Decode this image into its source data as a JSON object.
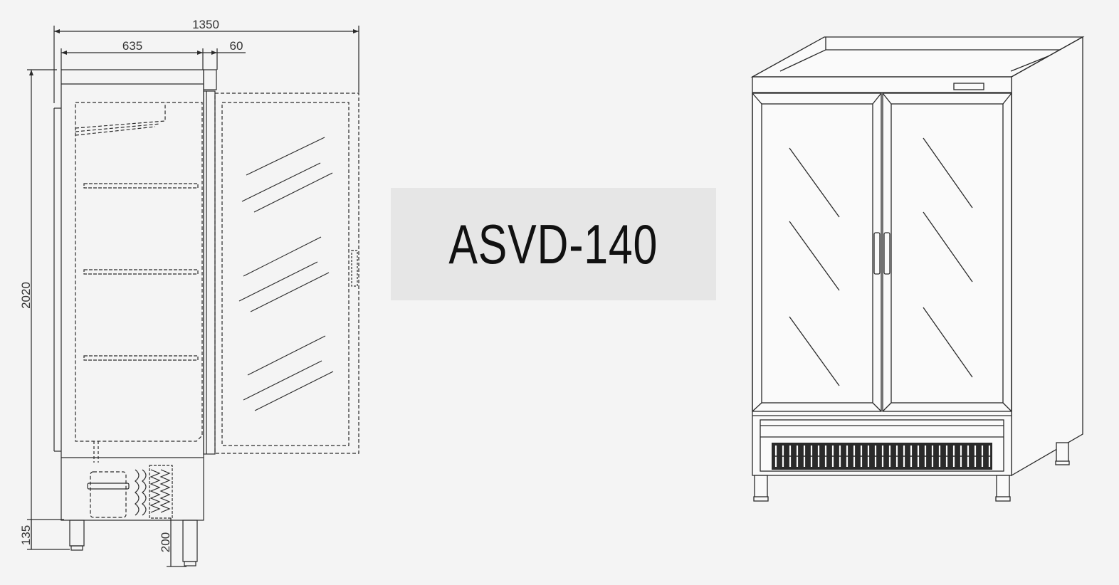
{
  "model": {
    "name": "ASVD-140"
  },
  "dimensions": {
    "overall_width": "1350",
    "body_depth": "635",
    "door_thickness": "60",
    "height": "2020",
    "leg_height": "135",
    "base_height": "200"
  },
  "colors": {
    "background": "#f4f4f4",
    "title_box": "#e6e6e6",
    "line": "#2a2a2a"
  }
}
